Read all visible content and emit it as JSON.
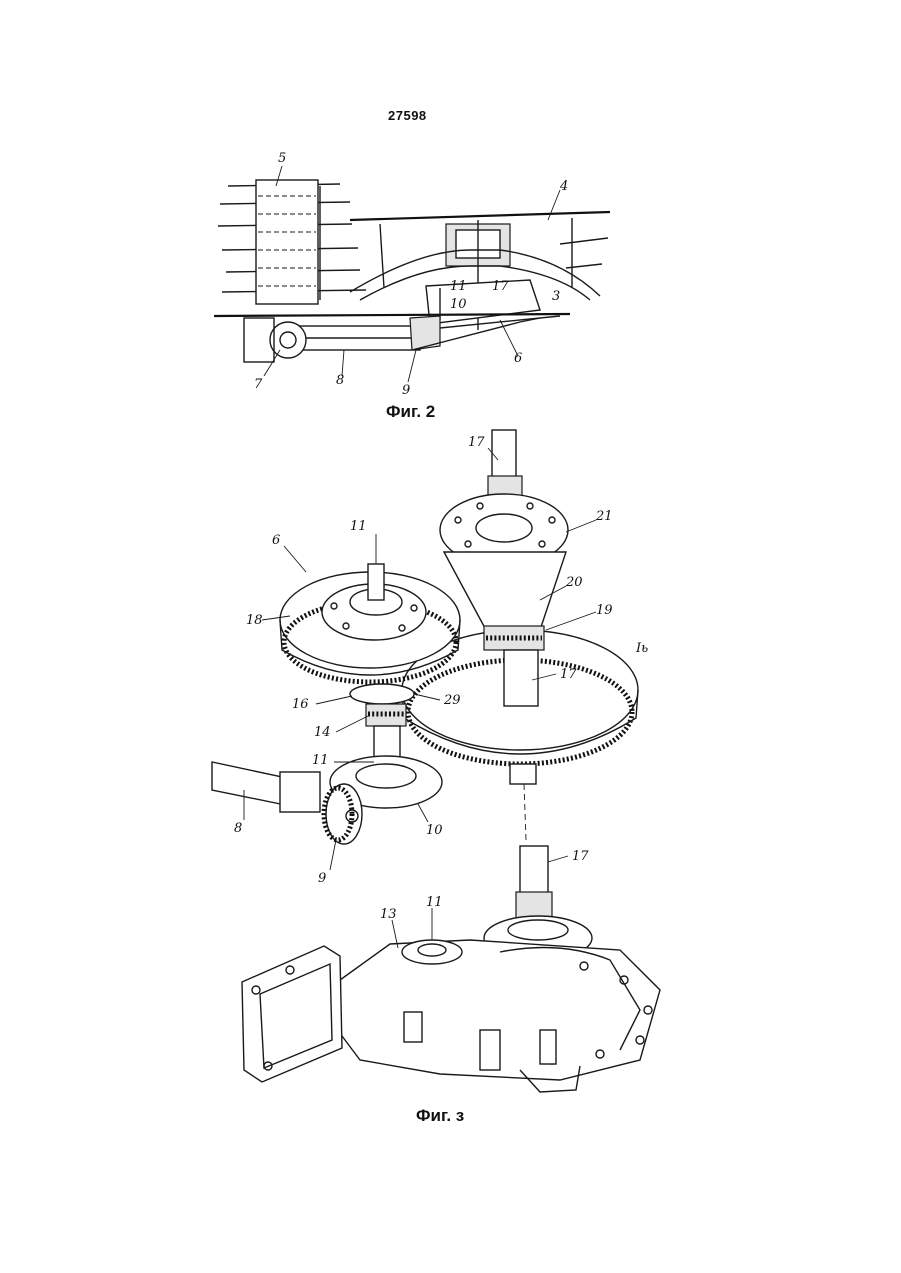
{
  "document": {
    "patent_number": "27598",
    "figure_2": {
      "caption": "Фиг. 2",
      "labels": [
        "5",
        "4",
        "11",
        "10",
        "17",
        "3",
        "6",
        "7",
        "8",
        "9"
      ]
    },
    "figure_3": {
      "caption": "Фиг. з",
      "labels": [
        "17",
        "11",
        "6",
        "21",
        "18",
        "20",
        "19",
        "Iь",
        "17",
        "16",
        "29",
        "14",
        "11",
        "8",
        "10",
        "9",
        "17",
        "13",
        "11"
      ]
    }
  }
}
